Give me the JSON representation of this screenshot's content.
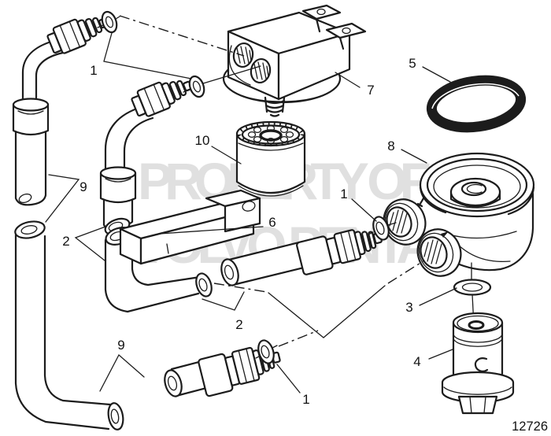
{
  "diagram": {
    "figure_number": "12726",
    "watermark": {
      "line1": "PROPERTY OF",
      "line2": "VOLVO PENTA"
    },
    "callouts": [
      {
        "label": "1"
      },
      {
        "label": "9"
      },
      {
        "label": "2"
      },
      {
        "label": "10"
      },
      {
        "label": "6"
      },
      {
        "label": "7"
      },
      {
        "label": "5"
      },
      {
        "label": "8"
      },
      {
        "label": "1"
      },
      {
        "label": "2"
      },
      {
        "label": "3"
      },
      {
        "label": "4"
      },
      {
        "label": "9"
      },
      {
        "label": "1"
      }
    ]
  }
}
